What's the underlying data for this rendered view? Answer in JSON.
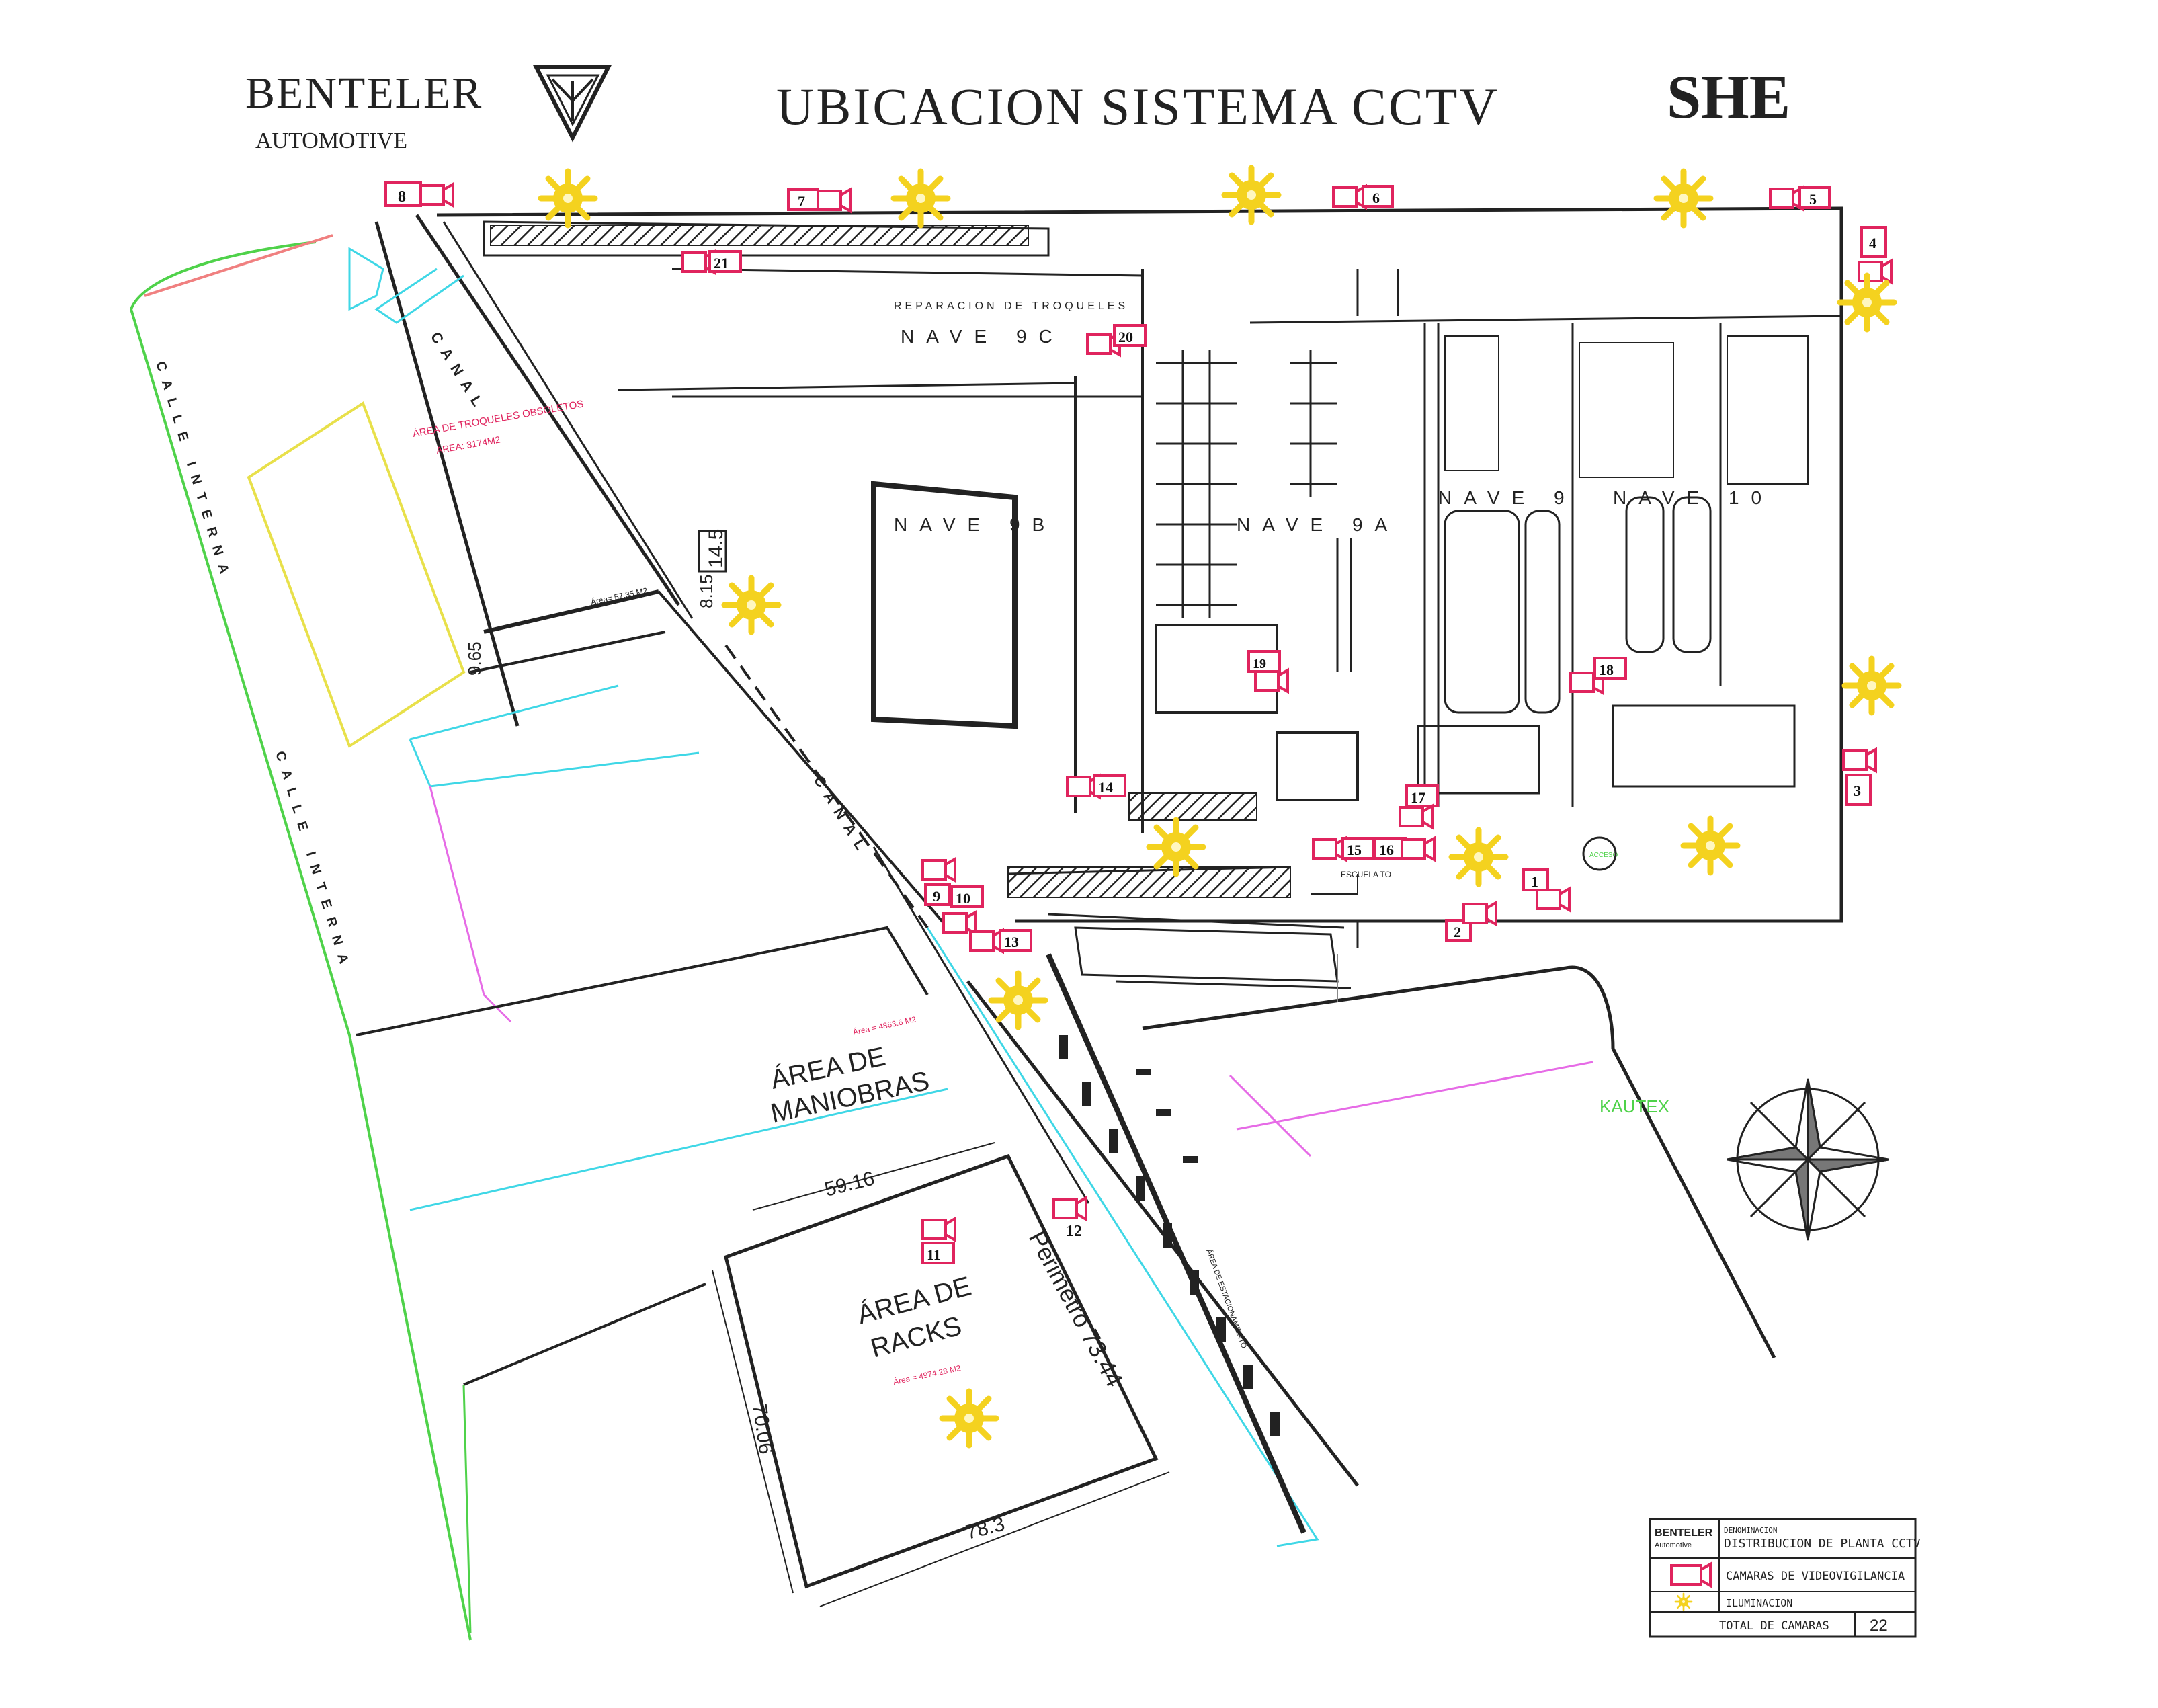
{
  "header": {
    "brand_name": "BENTELER",
    "brand_sub": "AUTOMOTIVE",
    "title": "UBICACION  SISTEMA CCTV",
    "code": "SHE"
  },
  "labels": {
    "calle_interna_1": "CALLE  INTERNA",
    "calle_interna_2": "CALLE  INTERNA",
    "canal_1": "CANAL",
    "canal_2": "CANAL",
    "nave_9c": "NAVE  9C",
    "nave_9b": "NAVE  9B",
    "nave_9a": "NAVE  9A",
    "nave_9": "NAVE  9",
    "nave_10": "NAVE  10",
    "reparacion": "REPARACION DE TROQUELES",
    "troqueles": "ÁREA DE TROQUELES OBSOLETOS",
    "troqueles_area": "AREA: 3174M2",
    "maniobras_1": "ÁREA DE",
    "maniobras_2": "MANIOBRAS",
    "maniobras_area": "Área = 4863.6 M2",
    "racks_1": "ÁREA DE",
    "racks_2": "RACKS",
    "racks_area": "Área = 4974.28 M2",
    "perimetro": "Perimetro  73.44",
    "kautex": "KAUTEX",
    "estacionamiento": "ÁREA DE ESTACIONAMIENTO",
    "almacen": "Área= 57.35 M2",
    "escuela": "ESCUELA TO",
    "acceso": "ACCESO"
  },
  "dimensions": {
    "d1": "14.5",
    "d2": "8.15",
    "d3": "9.65",
    "d4": "59.16",
    "d5": "70.06",
    "d6": "78.3"
  },
  "cameras": [
    "1",
    "2",
    "3",
    "4",
    "5",
    "6",
    "7",
    "8",
    "9",
    "10",
    "11",
    "12",
    "13",
    "14",
    "15",
    "16",
    "17",
    "18",
    "19",
    "20",
    "21"
  ],
  "legend": {
    "brand": "BENTELER",
    "brand_sub": "Automotive",
    "denominacion": "DENOMINACION",
    "title": "DISTRIBUCION DE PLANTA CCTV",
    "cameras_label": "CAMARAS DE VIDEOVIGILANCIA",
    "lighting_label": "ILUMINACION",
    "total_label": "TOTAL DE CAMARAS",
    "total_value": "22"
  },
  "colors": {
    "camera": "#e0245e",
    "light": "#f4d21f",
    "cyan": "#3fd7e6",
    "green": "#4fd24a",
    "magenta": "#e66be6",
    "yellow_outline": "#e8e04a",
    "lines": "#222222"
  },
  "icons": {
    "camera": "camera-icon",
    "light": "light-icon",
    "logo": "benteler-logo-icon",
    "compass": "compass-rose-icon"
  }
}
